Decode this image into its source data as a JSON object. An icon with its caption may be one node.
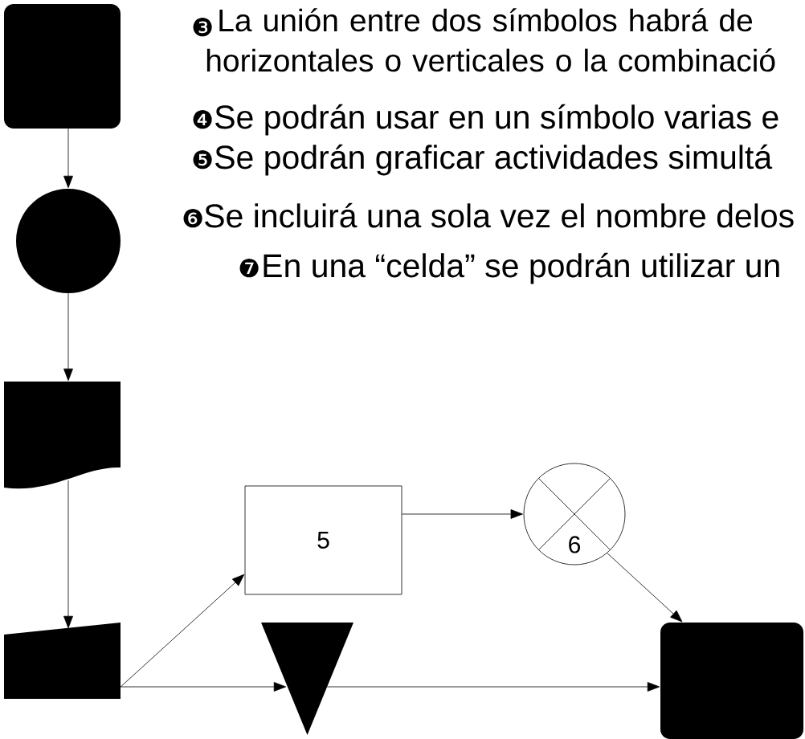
{
  "diagram": {
    "nodes": [
      {
        "text": [],
        "shape": "box"
      },
      {
        "text": [],
        "shape": "circle"
      },
      {
        "text": [],
        "shape": "document"
      },
      {
        "text": [],
        "shape": "trapezoid"
      },
      {
        "text": [
          "5"
        ]
      },
      {
        "text": [
          "6"
        ]
      },
      {
        "text": [],
        "shape": "triangle"
      },
      {
        "text": [],
        "shape": "box"
      }
    ],
    "edges": [
      {
        "from": 0,
        "to": 1,
        "arrow": "to"
      },
      {
        "from": 1,
        "to": 2,
        "arrow": "to"
      },
      {
        "from": 2,
        "to": 3,
        "arrow": "to"
      },
      {
        "from": 3,
        "to": 4,
        "arrow": "to"
      },
      {
        "from": 3,
        "to": 6,
        "arrow": "to"
      },
      {
        "from": 4,
        "to": 5,
        "arrow": "to"
      },
      {
        "from": 5,
        "to": 7,
        "arrow": "to"
      },
      {
        "from": 6,
        "to": 7,
        "arrow": "to"
      }
    ],
    "labels": [
      "❸",
      "La unión entre dos símbolos habrá de horizontales o verticales o la combinació",
      "❹",
      "Se podrán usar en un símbolo varias e",
      "❺",
      "Se podrán graficar actividades simultá",
      "❻",
      "Se incluirá una sola vez el nombre delos",
      "❼",
      "En una “celda” se podrán utilizar un"
    ]
  }
}
